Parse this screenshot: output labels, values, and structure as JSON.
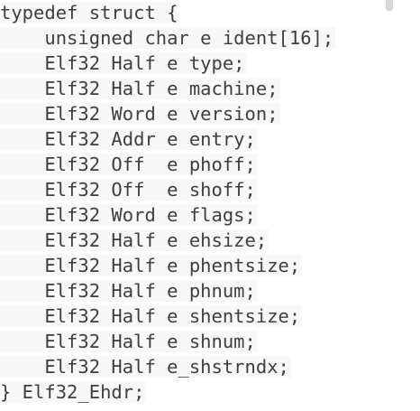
{
  "code": {
    "lines": [
      "typedef struct {",
      "    unsigned char e ident[16];",
      "    Elf32 Half e type;",
      "    Elf32 Half e machine;",
      "    Elf32 Word e version;",
      "    Elf32 Addr e entry;",
      "    Elf32 Off  e phoff;",
      "    Elf32 Off  e shoff;",
      "    Elf32 Word e flags;",
      "    Elf32 Half e ehsize;",
      "    Elf32 Half e phentsize;",
      "    Elf32 Half e phnum;",
      "    Elf32 Half e shentsize;",
      "    Elf32 Half e shnum;",
      "    Elf32 Half e_shstrndx;",
      "} Elf32_Ehdr;"
    ]
  }
}
